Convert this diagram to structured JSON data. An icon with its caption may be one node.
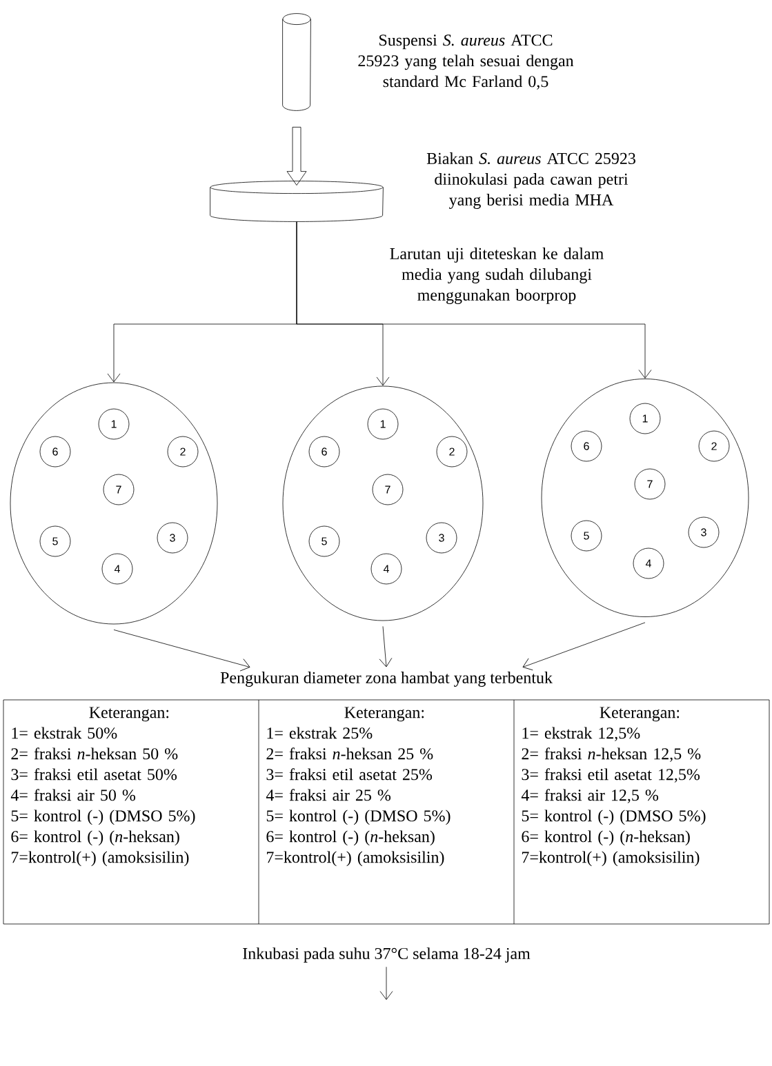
{
  "diagram": {
    "nodes": [
      {
        "text": [],
        "shape": "cylinder",
        "beside": [
          "Suspensi *S. aureus* ATCC 25923 yang telah sesuai dengan standard Mc Farland 0,5"
        ]
      },
      {
        "text": [],
        "shape": "cylinder",
        "beside": [
          "Biakan *S. aureus* ATCC 25923 diinokulasi pada cawan petri yang berisi media MHA"
        ]
      },
      {
        "text": [],
        "shape": "circle"
      },
      {
        "text": [
          "1"
        ],
        "in": 2
      },
      {
        "text": [
          "2"
        ],
        "in": 2
      },
      {
        "text": [
          "3"
        ],
        "in": 2
      },
      {
        "text": [
          "4"
        ],
        "in": 2
      },
      {
        "text": [
          "5"
        ],
        "in": 2
      },
      {
        "text": [
          "6"
        ],
        "in": 2
      },
      {
        "text": [
          "7"
        ],
        "in": 2
      },
      {
        "text": [],
        "shape": "circle"
      },
      {
        "text": [
          "1"
        ],
        "in": 10
      },
      {
        "text": [
          "2"
        ],
        "in": 10
      },
      {
        "text": [
          "3"
        ],
        "in": 10
      },
      {
        "text": [
          "4"
        ],
        "in": 10
      },
      {
        "text": [
          "5"
        ],
        "in": 10
      },
      {
        "text": [
          "6"
        ],
        "in": 10
      },
      {
        "text": [
          "7"
        ],
        "in": 10
      },
      {
        "text": [],
        "shape": "circle"
      },
      {
        "text": [
          "1"
        ],
        "in": 18
      },
      {
        "text": [
          "2"
        ],
        "in": 18
      },
      {
        "text": [
          "3"
        ],
        "in": 18
      },
      {
        "text": [
          "4"
        ],
        "in": 18
      },
      {
        "text": [
          "5"
        ],
        "in": 18
      },
      {
        "text": [
          "6"
        ],
        "in": 18
      },
      {
        "text": [
          "7"
        ],
        "in": 18
      },
      {
        "text": [
          "Pengukuran diameter zona hambat yang terbentuk"
        ]
      },
      {
        "text": [
          "Inkubasi pada suhu 37°C selama 18-24 jam"
        ]
      }
    ],
    "edges": [
      {
        "from": 0,
        "to": 1,
        "arrow": "to"
      },
      {
        "from": 1,
        "to": 2,
        "arrow": "to"
      },
      {
        "from": 1,
        "to": 10,
        "arrow": "to"
      },
      {
        "from": 1,
        "to": 18,
        "arrow": "to"
      },
      {
        "from": 2,
        "to": 26,
        "arrow": "to"
      },
      {
        "from": 10,
        "to": 26,
        "arrow": "to"
      },
      {
        "from": 18,
        "to": 26,
        "arrow": "to"
      },
      {
        "from": 27,
        "to": null,
        "arrow": "to"
      }
    ],
    "labels": [
      "Larutan uji diteteskan ke dalam media yang sudah dilubangi menggunakan boorprop",
      "Keterangan:",
      "Keterangan:",
      "Keterangan:",
      "1= ekstrak 50%",
      "1= ekstrak 25%",
      "1= ekstrak 12,5%",
      "2= fraksi *n*-heksan 50 %",
      "2= fraksi *n*-heksan 25 %",
      "2= fraksi *n*-heksan 12,5 %",
      "3= fraksi etil asetat 50%",
      "3= fraksi etil asetat 25%",
      "3= fraksi etil asetat 12,5%",
      "4= fraksi air 50 %",
      "4= fraksi air 25 %",
      "4= fraksi air 12,5 %",
      "5= kontrol (-) (DMSO 5%)",
      "5= kontrol (-) (DMSO 5%)",
      "5= kontrol (-) (DMSO 5%)",
      "6= kontrol (-) (*n*-heksan)",
      "6= kontrol (-) (*n*-heksan)",
      "6= kontrol (-) (*n*-heksan)",
      "7=kontrol(+) (amoksisilin)",
      "7=kontrol(+) (amoksisilin)",
      "7=kontrol(+) (amoksisilin)"
    ]
  }
}
